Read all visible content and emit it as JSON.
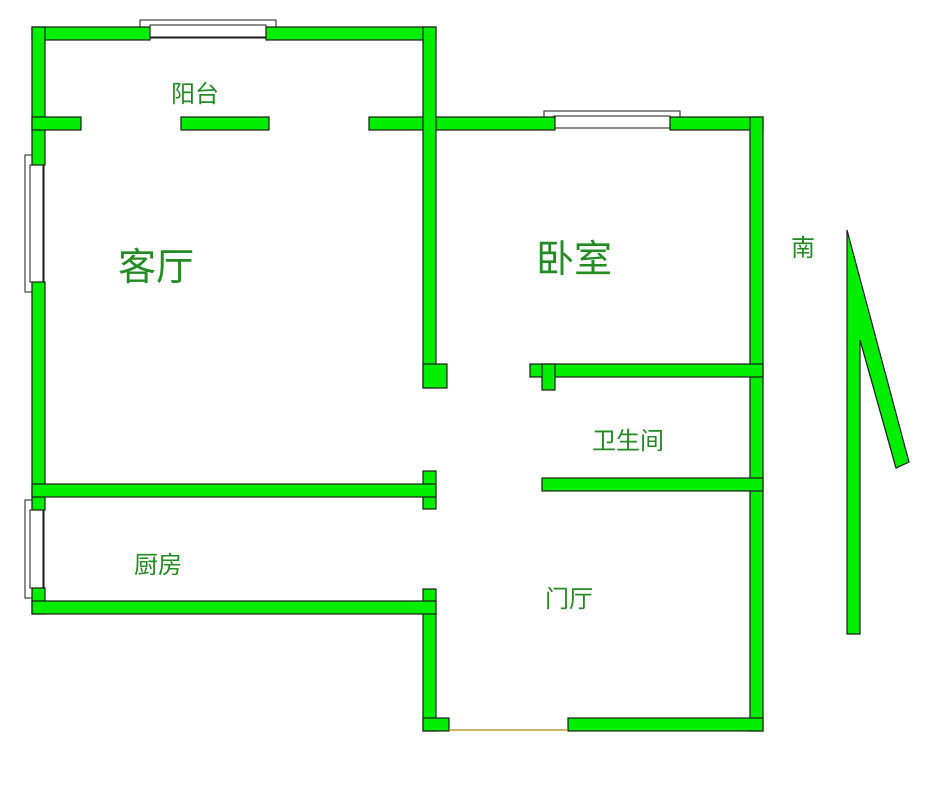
{
  "rooms": {
    "balcony": "阳台",
    "living_room": "客厅",
    "bedroom": "卧室",
    "bathroom": "卫生间",
    "kitchen": "厨房",
    "foyer": "门厅"
  },
  "compass": {
    "label": "南"
  },
  "colors": {
    "wall": "#00ee00",
    "label": "#228b22",
    "outline": "#1a1a1a",
    "door": "#b8860b"
  }
}
